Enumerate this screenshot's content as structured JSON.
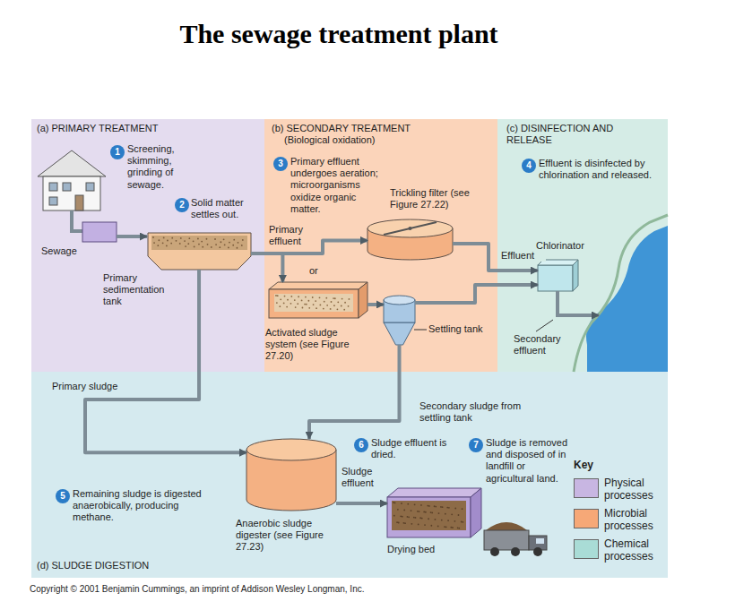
{
  "diagram": {
    "title": "The sewage treatment plant",
    "nodes": [
      {
        "text": [
          "(a) PRIMARY TREATMENT"
        ]
      },
      {
        "text": [
          "(b) SECONDARY TREATMENT",
          "(Biological oxidation)"
        ]
      },
      {
        "text": [
          "(c) DISINFECTION AND RELEASE"
        ]
      },
      {
        "text": [
          "(d) SLUDGE DIGESTION"
        ]
      },
      {
        "text": [
          "Primary sedimentation tank"
        ],
        "in": 0
      },
      {
        "text": [
          "Trickling filter (see Figure 27.22)"
        ],
        "in": 1
      },
      {
        "text": [
          "Activated sludge system (see Figure 27.20)"
        ],
        "in": 1
      },
      {
        "text": [
          "Settling tank"
        ],
        "in": 1
      },
      {
        "text": [
          "Chlorinator"
        ],
        "in": 2
      },
      {
        "text": [
          "Anaerobic sludge digester (see Figure 27.23)"
        ],
        "in": 3
      },
      {
        "text": [
          "Drying bed"
        ],
        "in": 3
      }
    ],
    "edges": [
      {
        "from": 4,
        "to": 5,
        "label": "Primary effluent",
        "arrow": "to"
      },
      {
        "from": 4,
        "to": 6,
        "arrow": "to"
      },
      {
        "from": 6,
        "to": 7,
        "arrow": "to"
      },
      {
        "from": 5,
        "to": 8,
        "label": "Effluent",
        "arrow": "to"
      },
      {
        "from": 7,
        "to": 8,
        "arrow": "to"
      },
      {
        "from": 4,
        "to": 9,
        "label": "Primary sludge",
        "arrow": "to"
      },
      {
        "from": 7,
        "to": 9,
        "label": "Secondary sludge from settling tank",
        "arrow": "to"
      },
      {
        "from": 9,
        "to": 10,
        "label": "Sludge effluent",
        "arrow": "to"
      }
    ],
    "labels": [
      "1",
      "Screening, skimming, grinding of sewage.",
      "2",
      "Solid matter settles out.",
      "Sewage",
      "3",
      "Primary effluent undergoes aeration; microorganisms oxidize organic matter.",
      "or",
      "4",
      "Effluent is disinfected by chlorination and released.",
      "Secondary effluent",
      "5",
      "Remaining sludge is digested anaerobically, producing methane.",
      "6",
      "Sludge effluent is dried.",
      "7",
      "Sludge is removed and disposed of in landfill or agricultural land.",
      "Key",
      "Copyright © 2001 Benjamin Cummings, an imprint of Addison Wesley Longman, Inc."
    ],
    "legend": [
      {
        "text": "Physical processes",
        "color": "#c8b6e2"
      },
      {
        "text": "Microbial processes",
        "color": "#f6a877"
      },
      {
        "text": "Chemical processes",
        "color": "#a9dcd6"
      }
    ]
  }
}
